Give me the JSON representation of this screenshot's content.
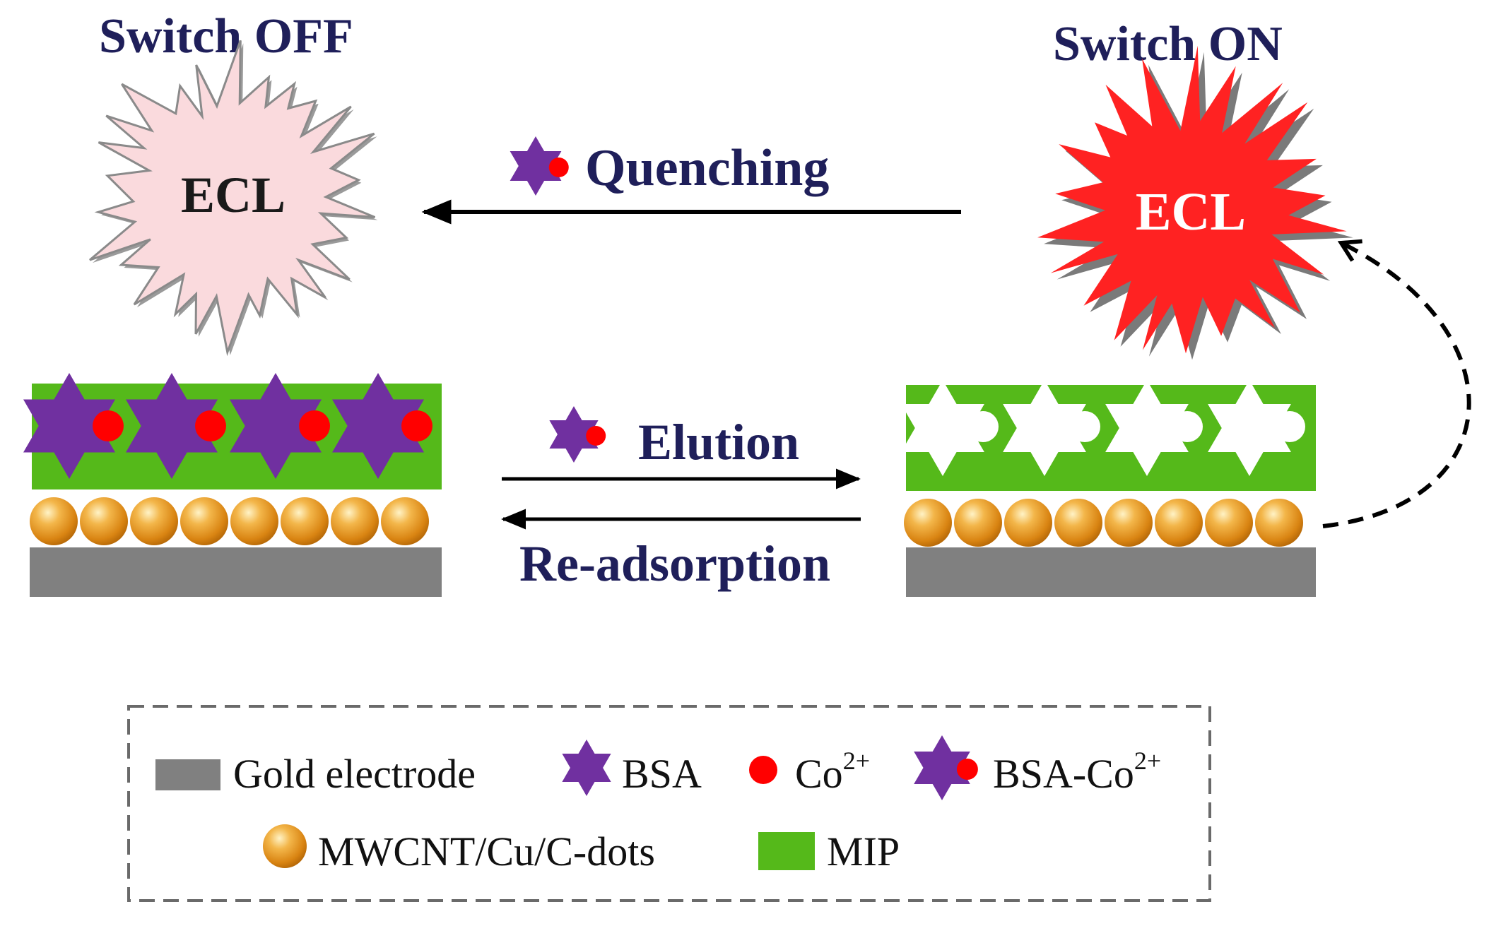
{
  "switch_off": {
    "title": "Switch OFF",
    "badge": "ECL"
  },
  "switch_on": {
    "title": "Switch ON",
    "badge": "ECL"
  },
  "process": {
    "quenching": "Quenching",
    "elution": "Elution",
    "readsorption": "Re-adsorption"
  },
  "legend": {
    "gold_electrode": "Gold electrode",
    "bsa": "BSA",
    "co_base": "Co",
    "co_sup": "2+",
    "bsa_co_base": "BSA-Co",
    "bsa_co_sup": "2+",
    "mwcnt": "MWCNT/Cu/C-dots",
    "mip": "MIP"
  },
  "colors": {
    "navy_text": "#1f1f5a",
    "bsa_purple": "#7030a0",
    "cobalt_red": "#ff0000",
    "mip_green": "#55b91a",
    "electrode_gray": "#808080",
    "ecl_on_red": "#ff2222",
    "ecl_off_pink": "#fadadd",
    "sphere_gold": "#e59a22"
  }
}
